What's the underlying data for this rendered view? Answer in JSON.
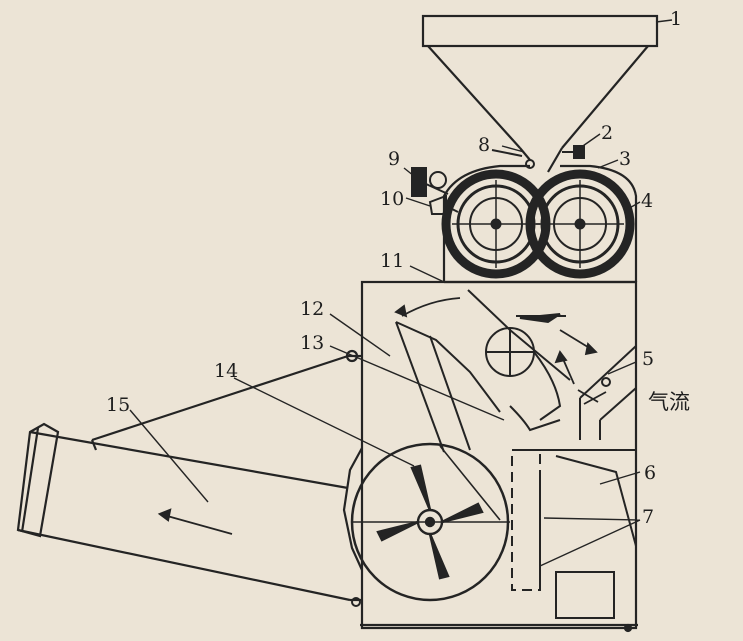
{
  "labels": {
    "n1": "1",
    "n2": "2",
    "n3": "3",
    "n4": "4",
    "n5": "5",
    "n6": "6",
    "n7": "7",
    "n8": "8",
    "n9": "9",
    "n10": "10",
    "n11": "11",
    "n12": "12",
    "n13": "13",
    "n14": "14",
    "n15": "15",
    "airflow": "气流"
  },
  "colors": {
    "paper": "#ece4d6",
    "ink": "#242424"
  }
}
